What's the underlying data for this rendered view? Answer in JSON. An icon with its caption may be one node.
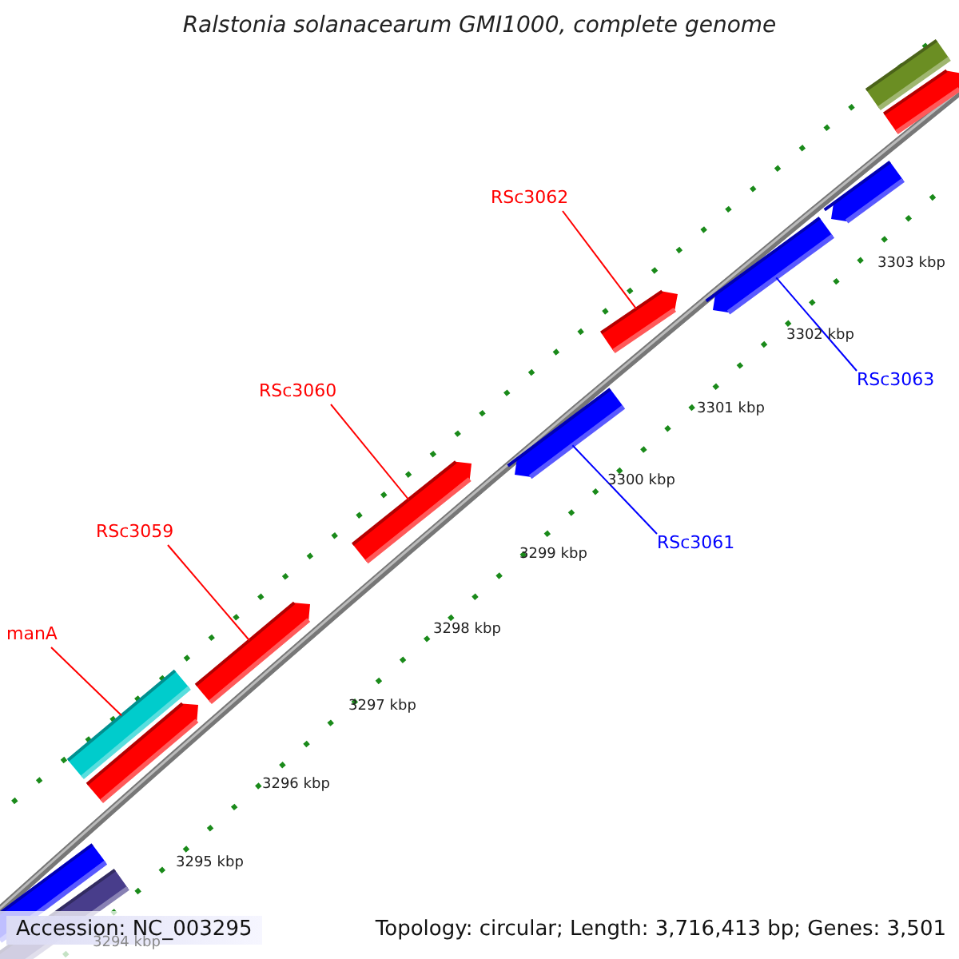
{
  "diagram": {
    "title": "Ralstonia solanacearum GMI1000, complete genome",
    "nodes": [
      {
        "text": [],
        "shape": "bar"
      },
      {
        "text": [],
        "shape": "bar"
      },
      {
        "text": [],
        "shape": "bar"
      },
      {
        "text": [
          "RSc3062"
        ]
      },
      {
        "text": [],
        "shape": "bar"
      },
      {
        "text": [],
        "shape": "bar"
      },
      {
        "text": [
          "RSc3063"
        ]
      },
      {
        "text": [
          "RSc3060"
        ]
      },
      {
        "text": [],
        "shape": "bar"
      },
      {
        "text": [],
        "shape": "bar"
      },
      {
        "text": [
          "RSc3059"
        ]
      },
      {
        "text": [
          "RSc3061"
        ]
      },
      {
        "text": [],
        "shape": "bar"
      },
      {
        "text": [
          "manA"
        ]
      },
      {
        "text": [],
        "shape": "bar"
      },
      {
        "text": [],
        "shape": "bar"
      },
      {
        "text": [],
        "shape": "bar"
      },
      {
        "text": [],
        "shape": "bar"
      }
    ],
    "edges": [
      {
        "from": 3,
        "to": 5,
        "arrow": "none"
      },
      {
        "from": 6,
        "to": 4,
        "arrow": "none",
        "color": "#0000ff"
      },
      {
        "from": 7,
        "to": 9,
        "arrow": "none"
      },
      {
        "from": 11,
        "to": 8,
        "arrow": "none",
        "color": "#0000ff"
      },
      {
        "from": 10,
        "to": 12,
        "arrow": "none"
      },
      {
        "from": 13,
        "to": 14,
        "arrow": "none"
      }
    ],
    "labels": [
      "3303 kbp",
      "3302 kbp",
      "3301 kbp",
      "3300 kbp",
      "3299 kbp",
      "3298 kbp",
      "3297 kbp",
      "3296 kbp",
      "3295 kbp",
      "3294 kbp",
      "Accession: NC_003295",
      "Topology: circular; Length: 3,716,413 bp; Genes: 3,501"
    ]
  }
}
